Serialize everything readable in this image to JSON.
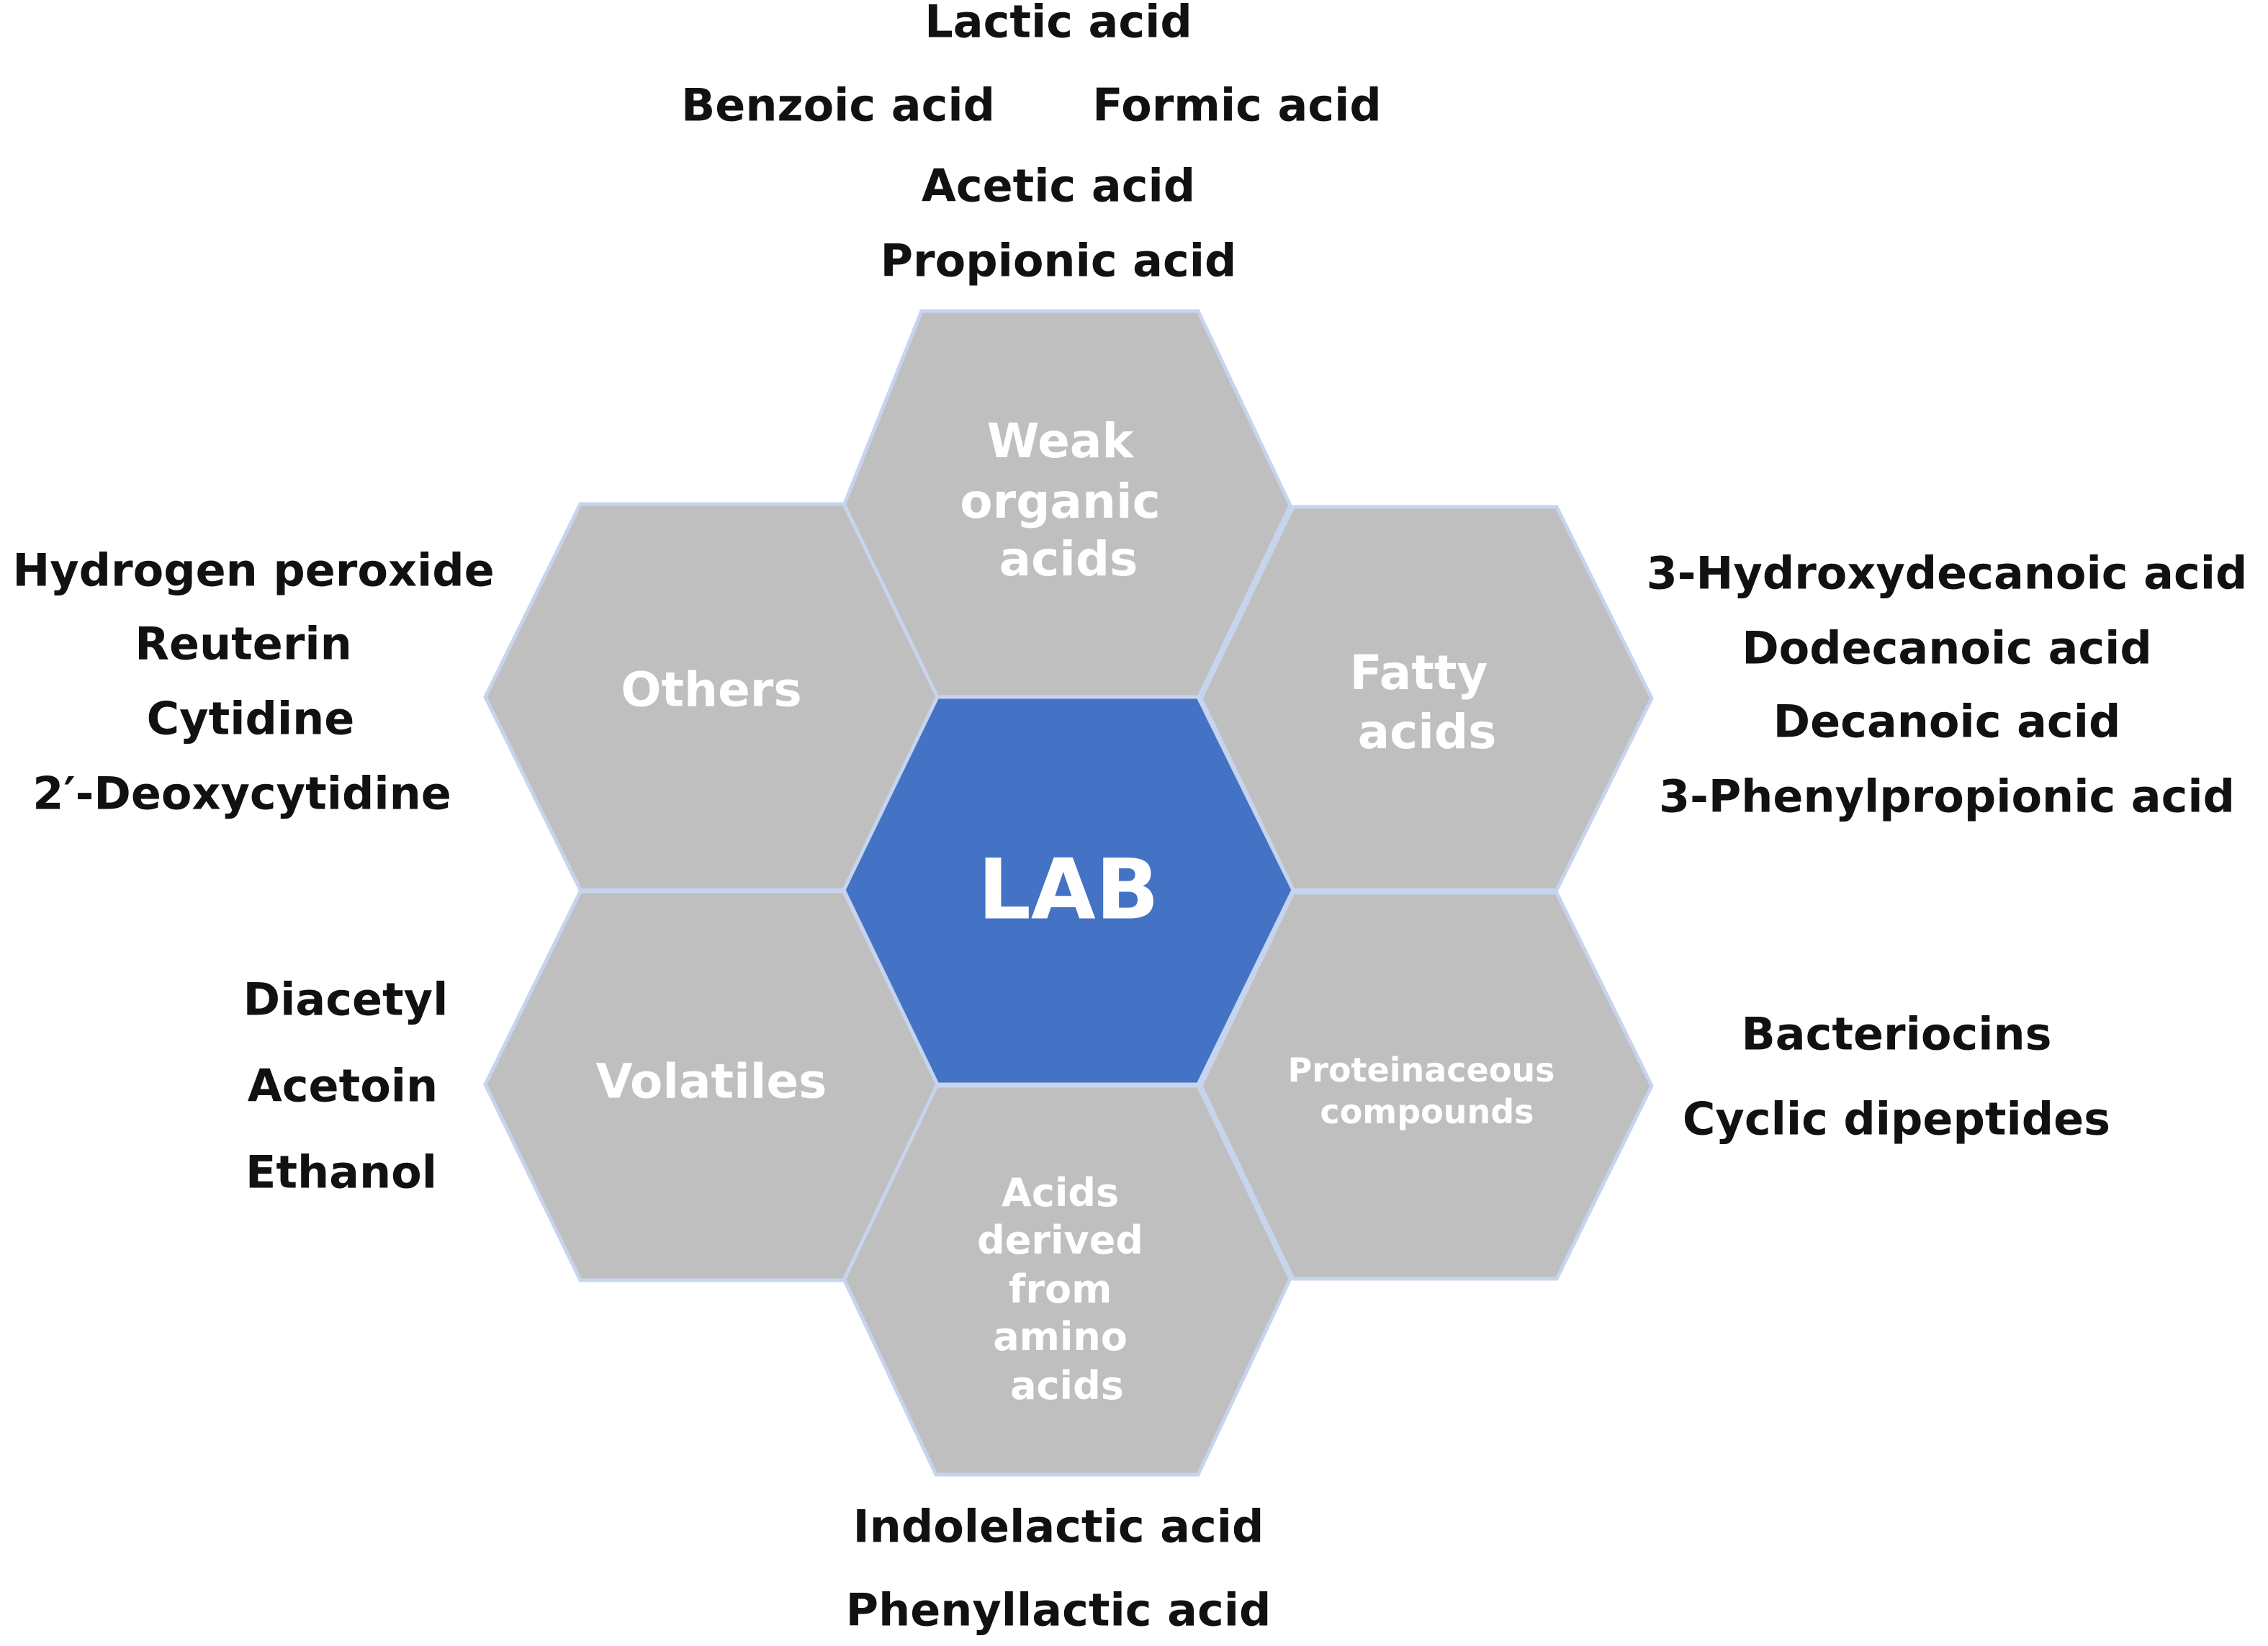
{
  "center": {
    "label": "LAB"
  },
  "categories": {
    "weak_organic_acids": {
      "label_lines": [
        "Weak",
        "organic",
        "acids"
      ],
      "items": [
        "Lactic acid",
        "Benzoic acid",
        "Formic acid",
        "Acetic acid",
        "Propionic acid"
      ]
    },
    "fatty_acids": {
      "label_lines": [
        "Fatty",
        "acids"
      ],
      "items": [
        "3-Hydroxydecanoic acid",
        "Dodecanoic acid",
        "Decanoic acid",
        "3-Phenylpropionic acid"
      ]
    },
    "proteinaceous_compounds": {
      "label_lines": [
        "Proteinaceous",
        "compounds"
      ],
      "items": [
        "Bacteriocins",
        "Cyclic dipeptides"
      ]
    },
    "acids_from_amino_acids": {
      "label_lines": [
        "Acids",
        "derived",
        "from",
        "amino",
        "acids"
      ],
      "items": [
        "Indolelactic acid",
        "Phenyllactic acid"
      ]
    },
    "volatiles": {
      "label_lines": [
        "Volatiles"
      ],
      "items": [
        "Diacetyl",
        "Acetoin",
        "Ethanol"
      ]
    },
    "others": {
      "label_lines": [
        "Others"
      ],
      "items": [
        "Hydrogen peroxide",
        "Reuterin",
        "Cytidine",
        "2′-Deoxycytidine"
      ]
    }
  },
  "colors": {
    "center_fill": "#4472c4",
    "category_fill": "#bfbfbf",
    "hex_outline": "#c6d4ee",
    "category_text": "#ffffff",
    "item_text": "#111111"
  }
}
